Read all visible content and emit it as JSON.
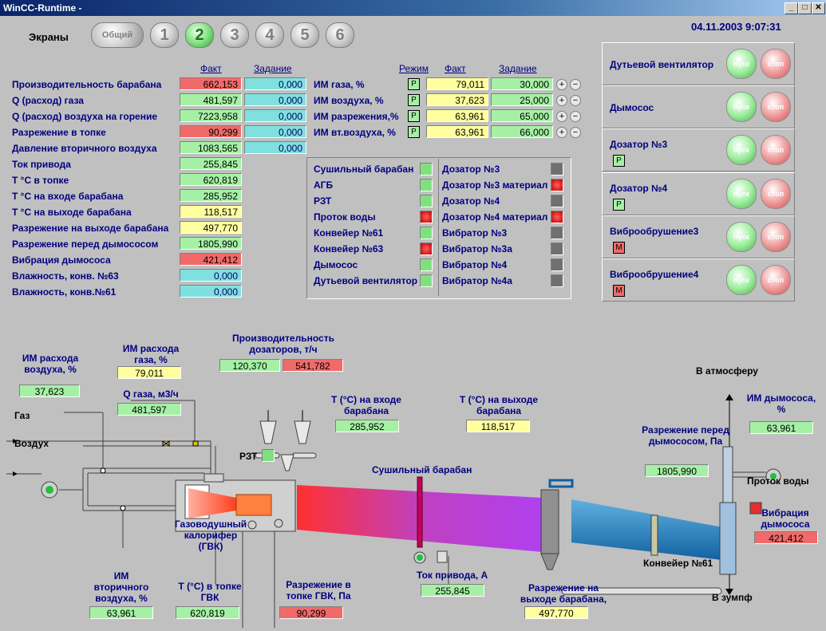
{
  "window": {
    "title": "WinCC-Runtime -",
    "min": "_",
    "max": "□",
    "close": "✕"
  },
  "header": {
    "screens_label": "Экраны",
    "datetime": "04.11.2003 9:07:31",
    "buttons": [
      {
        "label": "Общий"
      },
      {
        "label": "1"
      },
      {
        "label": "2"
      },
      {
        "label": "3"
      },
      {
        "label": "4"
      },
      {
        "label": "5"
      },
      {
        "label": "6"
      }
    ]
  },
  "left_table": {
    "col_fact": "Факт",
    "col_task": "Задание",
    "rows": [
      {
        "label": "Производительность барабана",
        "fact": "662,153",
        "task": "0,000"
      },
      {
        "label": "Q (расход) газа",
        "fact": "481,597",
        "task": "0,000"
      },
      {
        "label": "Q (расход) воздуха на горение",
        "fact": "7223,958",
        "task": "0,000"
      },
      {
        "label": "Разрежение в топке",
        "fact": "90,299",
        "task": "0,000"
      },
      {
        "label": "Давление вторичного воздуха",
        "fact": "1083,565",
        "task": "0,000"
      },
      {
        "label": "Ток привода",
        "fact": "255,845"
      },
      {
        "label": "T °C в топке",
        "fact": "620,819"
      },
      {
        "label": "T °C на входе барабана",
        "fact": "285,952"
      },
      {
        "label": "T °C на выходе барабана",
        "fact": "118,517"
      },
      {
        "label": "Разрежение на выходе барабана",
        "fact": "497,770"
      },
      {
        "label": "Разрежение перед дымососом",
        "fact": "1805,990"
      },
      {
        "label": "Вибрация дымососа",
        "fact": "421,412"
      },
      {
        "label": "Влажность, конв. №63",
        "fact": "0,000"
      },
      {
        "label": "Влажность, конв.№61",
        "fact": "0,000"
      }
    ]
  },
  "im_table": {
    "col_mode": "Режим",
    "col_fact": "Факт",
    "col_task": "Задание",
    "rows": [
      {
        "label": "ИМ газа, %",
        "mode": "P",
        "fact": "79,011",
        "task": "30,000"
      },
      {
        "label": "ИМ воздуха, %",
        "mode": "P",
        "fact": "37,623",
        "task": "25,000"
      },
      {
        "label": "ИМ разрежения,%",
        "mode": "P",
        "fact": "63,961",
        "task": "65,000"
      },
      {
        "label": "ИМ вт.воздуха, %",
        "mode": "P",
        "fact": "63,961",
        "task": "66,000"
      }
    ],
    "plus": "+",
    "minus": "−"
  },
  "status_left": [
    "Сушильный барабан",
    "АГБ",
    "РЗТ",
    "Проток воды",
    "Конвейер №61",
    "Конвейер №63",
    "Дымосос",
    "Дутьевой вентилятор"
  ],
  "status_right": [
    "Дозатор №3",
    "Дозатор №3 материал",
    "Дозатор №4",
    "Дозатор №4 материал",
    "Вибратор №3",
    "Вибратор №3а",
    "Вибратор №4",
    "Вибратор №4а"
  ],
  "control_panel": {
    "pusk": "пуск",
    "stop": "стоп",
    "items": [
      {
        "label": "Дутьевой вентилятор",
        "badge": ""
      },
      {
        "label": "Дымосос",
        "badge": ""
      },
      {
        "label": "Дозатор №3",
        "badge": "P"
      },
      {
        "label": "Дозатор №4",
        "badge": "P"
      },
      {
        "label": "Виброобрушение3",
        "badge": "M"
      },
      {
        "label": "Виброобрушение4",
        "badge": "M"
      }
    ]
  },
  "mimic": {
    "im_air_label": "ИМ расхода воздуха, %",
    "im_air_val": "37,623",
    "im_gas_label": "ИМ расхода газа, %",
    "im_gas_val": "79,011",
    "q_gas_label": "Q газа, м3/ч",
    "q_gas_val": "481,597",
    "gas": "Газ",
    "air": "Воздух",
    "prod_label": "Производительность дозаторов, т/ч",
    "prod_a": "120,370",
    "prod_b": "541,782",
    "rzt": "РЗТ",
    "t_in_label": "T (°C) на входе барабана",
    "t_in_val": "285,952",
    "t_out_label": "T (°C) на выходе барабана",
    "t_out_val": "118,517",
    "drum": "Сушильный барабан",
    "gvk": "Газоводушный калорифер (ГВК)",
    "im_sec_label": "ИМ вторичного воздуха, %",
    "im_sec_val": "63,961",
    "t_gvk_label": "T (°C) в топке ГВК",
    "t_gvk_val": "620,819",
    "vac_gvk_label": "Разрежение в топке ГВК, Па",
    "vac_gvk_val": "90,299",
    "current_label": "Ток привода, А",
    "current_val": "255,845",
    "vac_out_label": "Разрежение на выходе барабана, Па",
    "vac_out_val": "497,770",
    "atm": "В атмосферу",
    "im_smoke_label": "ИМ дымососа, %",
    "im_smoke_val": "63,961",
    "vac_smoke_label": "Разрежение перед дымососом, Па",
    "vac_smoke_val": "1805,990",
    "water": "Проток воды",
    "vib_label": "Вибрация дымососа",
    "vib_val": "421,412",
    "conv61": "Конвейер №61",
    "sump": "В зумпф"
  }
}
